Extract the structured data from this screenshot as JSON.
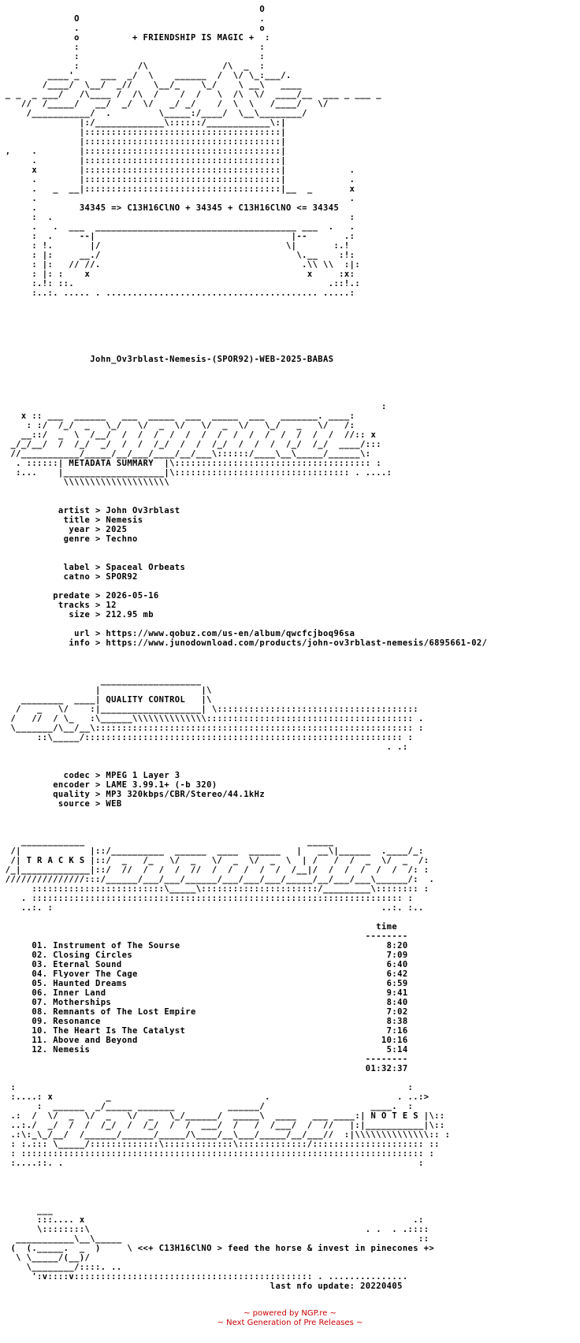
{
  "nfo": {
    "lines": [
      "                                                 O",
      "              O                                  .",
      "              .                                  o",
      "              o          + FRIENDSHIP IS MAGIC +  :",
      "              :                                  :",
      "              :                                  :",
      "              :           /\\              /\\  _  :",
      "         ____'_    ___  _/  \\    ______  /  \\/ \\_:___/.",
      "        /____/  \\__/  _//    \\__/_    \\_/    \\ __\\   ____",
      " _ _  _ ___/   /\\____ /  /\\  /    /  /   \\  /\\  \\/  ____/__  ___ _ ___ _",
      "    //  /_____/   __/  _/  \\/   _/ _/    /  \\  \\   /____/   \\/",
      "     /___________/  .         \\_____:/____/  \\__\\________/",
      "               |:/_____________\\::::::/____________\\:|",
      "               |:::::::::::::::::::::::::::::::::::::|",
      "               |:::::::::::::::::::::::::::::::::::::|",
      " ,    .        |:::::::::::::::::::::::::::::::::::::|",
      "      .        |:::::::::::::::::::::::::::::::::::::|",
      "      x        |:::::::::::::::::::::::::::::::::::::|            .",
      "      .        |:::::::::::::::::::::::::::::::::::::|            .",
      "      .   _  __|:::::::::::::::::::::::::::::::::::::|__  _       x",
      "      .                                                           .",
      "      .        34345 => C13H16ClNO + 34345 + C13H16ClNO <= 34345",
      "      :  .                                                        :",
      "      .   .  ___  ______________________________________ ___  .   .",
      "      :  .     --|                                     |--       .:",
      "      : !.       |/                                   \\|       :.!",
      "      : |:     __./                                     \\.__    :!:",
      "      : |:   // //.                                      .\\\\ \\\\  :|:",
      "      : |: :    x                                         x     :x:",
      "      :.!: ::.                                                .::!.:",
      "      :..:. ..... . ........................................ .....:",
      "",
      "",
      "",
      "",
      "",
      "",
      "                 John_Ov3rblast-Nemesis-(SPOR92)-WEB-2025-BABAS",
      "",
      "",
      "",
      "",
      "                                                                        :",
      "    x :: ___  ______   ___  _____  ___  _____  ___   _______. ____:",
      "     : :/  /_/  _   \\_/   \\/  _  \\/   \\/  _  \\/   \\_/   _   \\/   /:",
      "    __::/  _  \\  /__/  /  /  /  /  /  /  /  /  /  /  /  /  /  /  //:: x",
      "  _/_/__/  /  /_/  _/  /  /  /_/  /  /  /_/  /  /  /  /_/  /_/  ____/:::",
      "  //___________/_____/__/___/____/__/___\\::::::/____\\__\\_____/______\\:",
      "   . ::::::| METADATA SUMMARY  |\\::::::::::::::::::::::::::::::::::::: :",
      "   :...    |___________________|\\::::::::::::::::::::::::::::::::: . ....:",
      "            \\\\\\\\\\\\\\\\\\\\\\\\\\\\\\\\\\\\\\\\",
      "",
      "",
      "           artist > John Ov3rblast",
      "            title > Nemesis",
      "             year > 2025",
      "            genre > Techno",
      "",
      "",
      "            label > Spaceal Orbeats",
      "            catno > SPOR92",
      "",
      "          predate > 2026-05-16",
      "           tracks > 12",
      "             size > 212.95 mb",
      "",
      "              url > https://www.qobuz.com/us-en/album/qwcfcjboq96sa",
      "             info > https://www.junodownload.com/products/john-ov3rblast-nemesis/6895661-02/",
      "",
      "",
      "",
      "                   ___________________",
      "                  |                   |\\",
      "    ________  ____| QUALITY CONTROL   |\\",
      "   /   _   \\/    :|___________________| \\::::::::::::::::::::::::::::::::::::::",
      "  /   //  / \\_   :\\______\\\\\\\\\\\\\\\\\\\\\\\\\\\\::::::::::::::::::::::::::::::::::::::: .",
      "  \\_______/\\__/__\\:::::::::::::::::::::::::::::::::::::::::::::::::::::::::::: :",
      "       ::\\_____/:::::::::::::::::::::::::::::::::::::::::::::::::::::::::::: :",
      "                                                                         . .:",
      "",
      "",
      "            codec > MPEG 1 Layer 3",
      "          encoder > LAME 3.99.1+ (-b 320)",
      "          quality > MP3 320kbps/CBR/Stereo/44.1kHz",
      "           source > WEB",
      "",
      "",
      "",
      "    ____________                                          _____",
      "  /|             |::/__________  ______  ____  ______   |   __\\|______  .____/_:",
      "  /| T R A C K S |::/  _   /_   \\/  _   \\/  _  \\/  _  \\  | /   /  /  _  \\/  _  /:",
      " /_|_____________|::/  //  /  /  /  //  /  /  /  /  /  /__|/  /  /  /  /  /  /: :",
      " ///////////////:::/______/___/___/______/___/___/___/_____/__/___/___\\______/:  .",
      "      :::::::::::::::::::::::::\\_____\\::::::::::::::::::::::/_________\\:::::::: :",
      "    . :::::::::::::::::::::::::::::::::::::::::::::::::::::::::::::::::::::: :",
      "    ..:. :                                                              ..:. :..",
      "",
      "                                                                       time",
      "                                                                     --------",
      "      01. Instrument of The Sourse                                       8:20",
      "      02. Closing Circles                                                7:09",
      "      03. Eternal Sound                                                  6:40",
      "      04. Flyover The Cage                                               6:42",
      "      05. Haunted Dreams                                                 6:59",
      "      06. Inner Land                                                     9:41",
      "      07. Motherships                                                    8:40",
      "      08. Remnants of The Lost Empire                                    7:02",
      "      09. Resonance                                                      8:38",
      "      10. The Heart Is The Catalyst                                      7:16",
      "      11. Above and Beyond                                              10:16",
      "      12. Nemesis                                                        5:14",
      "                                                                     --------",
      "                                                                     01:32:37",
      "",
      "  :                                                                          :",
      "  :....: x          _                             .                        . ..:>",
      "       :  ______  _/_____ _______          ______/                    ____.  :",
      "  .:  /  \\/  _  \\/  _   \\/  _   \\_/______/  _____\\  ____   ___ ____:| N O T E S |\\::",
      "  ..:./  _/  /  /  /_/  /  /_/  /  /  ___/  /   /  /___/  /  //   |:|___________|\\::",
      "  .:\\:_\\_/__/  /______/______/_____/\\____/__\\___/_____/__/___//  :|\\\\\\\\\\\\\\\\\\\\\\\\\\\\:: :",
      "  : :.::: \\_____/:::::::::::::\\:::::::::::::\\:::::::::::::/::::::::::::::::::::: ::",
      "  : :::::::::::::::::::::::::::::::::::::::::::::::::::::::::::::::::::::::::::: :",
      "  :....::. .                                                                   :",
      "",
      "",
      "",
      "",
      "       ___",
      "       :::.... x                                                              .:",
      "       \\::::::::\\                                                    . .  . .::::",
      "   ___________\\__\\_____                                                        ::",
      "  (  (._____.  _  )     \\ <<+ C13H16ClNO > feed the horse & invest in pinecones +>",
      "   \\ \\_____/(__)/",
      "     \\________/::::. ..",
      "      ':v::::v::::::::::::::::::::::::::::::::::::::::::::: . ...............",
      "                                                   last nfo update: 20220405"
    ]
  },
  "footer": {
    "line1": "~ powered by NGP.re ~",
    "line2": "~ Next Generation of Pre Releases ~"
  },
  "colors": {
    "text": "#000000",
    "footer": "#cc0000",
    "background": "#ffffff"
  }
}
